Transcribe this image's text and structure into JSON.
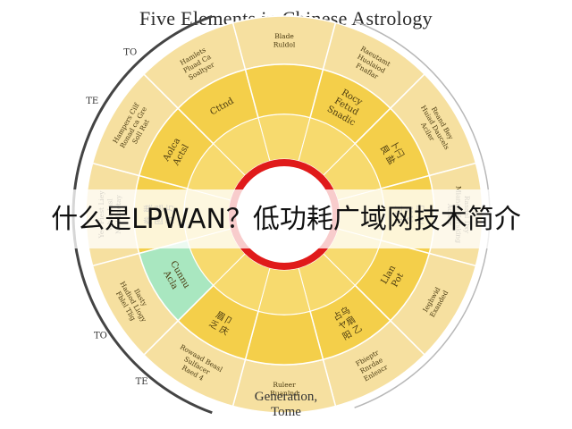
{
  "title": "Five Elements in Chinese Astrology",
  "banner": {
    "text": "什么是LPWAN？低功耗广域网技术简介"
  },
  "caption": {
    "line1": "Generation,",
    "line2": "Tome"
  },
  "colors": {
    "ring_outer": "#f6e0a0",
    "ring_middle": "#f4cf4a",
    "ring_inner": "#f7da6e",
    "highlight": "#a9e7c0",
    "center_ring": "#e01a1a",
    "divider": "#ffffff",
    "text": "#4a3a10",
    "dark_arc": "#444444"
  },
  "wheel": {
    "side_labels": [
      "TO",
      "TE",
      "TO",
      "TE"
    ],
    "segments": [
      {
        "outer": [
          "Yeo Fiest Liey",
          "whsa Iasl",
          "Ned Laetay"
        ],
        "middle": [
          "券  巢",
          "圄  邕",
          "日  方"
        ]
      },
      {
        "outer": [
          "Hampers Cilf",
          "Ronad ca Gre",
          "Soll Rat"
        ],
        "middle": [
          "Aolca",
          "Actsl"
        ]
      },
      {
        "outer": [
          "Hamlets",
          "Pluad Ca",
          "Soaltyer"
        ],
        "middle": [
          "Cttnd"
        ]
      },
      {
        "outer": [
          "Blade",
          "Ruldol"
        ],
        "middle": []
      },
      {
        "outer": [
          "Raeutamt",
          "Huolaiod",
          "Fnaflar"
        ],
        "middle": [
          "Rocy",
          "Fetud",
          "Snadic"
        ]
      },
      {
        "outer": [
          "Reand Bey",
          "Huiad Daucels",
          "Aciler"
        ],
        "middle": [
          "卜闩",
          "艮  盐"
        ]
      },
      {
        "outer": [
          "Rasaal Dxy",
          "Mianas Earsking",
          "Acterr"
        ],
        "middle": [
          "日  川",
          "Y V",
          "FLL"
        ]
      },
      {
        "outer": [
          "Ieghwid",
          "Exanded"
        ],
        "middle": [
          "Llan",
          "Pot"
        ]
      },
      {
        "outer": [
          "Fbieptr",
          "Rnrdae",
          "Enleacr"
        ],
        "middle": [
          "占乌",
          "ヤ扇",
          "阳  乙"
        ]
      },
      {
        "outer": [
          "Ruleer",
          "Ruanlnd"
        ],
        "middle": []
      },
      {
        "outer": [
          "Rowaad Beasl",
          "Sulfacer",
          "Raed 4"
        ],
        "middle": [
          "眉卩",
          "乏  庆"
        ]
      },
      {
        "outer": [
          "Ilasty",
          "Hadiod Liogy",
          "Fblel Tlig"
        ],
        "middle": [
          "Cunnu",
          "Acla"
        ]
      }
    ]
  }
}
